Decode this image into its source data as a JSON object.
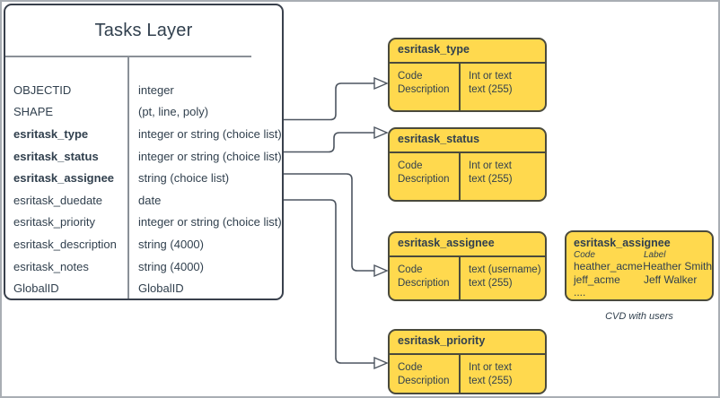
{
  "tasks": {
    "title": "Tasks Layer",
    "fields": [
      {
        "name": "OBJECTID",
        "type": "integer"
      },
      {
        "name": "SHAPE",
        "type": "(pt, line, poly)"
      },
      {
        "name": "esritask_type",
        "type": "integer or string (choice list)"
      },
      {
        "name": "esritask_status",
        "type": "integer or string (choice list)"
      },
      {
        "name": "esritask_assignee",
        "type": "string (choice list)"
      },
      {
        "name": "esritask_duedate",
        "type": "date"
      },
      {
        "name": "esritask_priority",
        "type": "integer or string (choice list)"
      },
      {
        "name": "esritask_description",
        "type": "string (4000)"
      },
      {
        "name": "esritask_notes",
        "type": "string (4000)"
      },
      {
        "name": "GlobalID",
        "type": "GlobalID"
      }
    ]
  },
  "domains": [
    {
      "title": "esritask_type",
      "left": [
        "Code",
        "Description"
      ],
      "right": [
        "Int or text",
        "text (255)"
      ]
    },
    {
      "title": "esritask_status",
      "left": [
        "Code",
        "Description"
      ],
      "right": [
        "Int or text",
        "text (255)"
      ]
    },
    {
      "title": "esritask_assignee",
      "left": [
        "Code",
        "Description"
      ],
      "right": [
        "text (username)",
        "text (255)"
      ]
    },
    {
      "title": "esritask_priority",
      "left": [
        "Code",
        "Description"
      ],
      "right": [
        "Int or text",
        "text (255)"
      ]
    }
  ],
  "cvd": {
    "title": "esritask_assignee",
    "headers": [
      "Code",
      "Label"
    ],
    "rows": [
      [
        "heather_acme",
        "Heather Smith"
      ],
      [
        "jeff_acme",
        "Jeff Walker"
      ],
      [
        "....",
        ""
      ]
    ],
    "caption": "CVD with users"
  },
  "colors": {
    "domain_fill": "#FFD94E",
    "domain_border": "#4A4A3C",
    "table_border": "#39404C",
    "divider_gray": "#8A9097",
    "wire": "#4D5560",
    "text": "#31404E",
    "frame": "#A9AEB4"
  }
}
